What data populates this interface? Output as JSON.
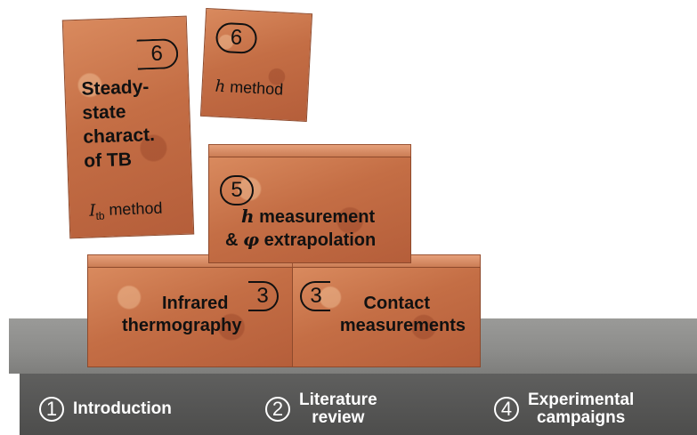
{
  "base": {
    "items": [
      {
        "number": "1",
        "label": "Introduction"
      },
      {
        "number": "2",
        "label_line1": "Literature",
        "label_line2": "review"
      },
      {
        "number": "4",
        "label_line1": "Experimental",
        "label_line2": "campaigns"
      }
    ]
  },
  "bricks": {
    "infrared": {
      "number": "3",
      "line1": "Infrared",
      "line2": "thermography"
    },
    "contact": {
      "number": "3",
      "line1": "Contact",
      "line2": "measurements"
    },
    "h_measurement": {
      "number": "5",
      "line1_var": "h",
      "line1_rest": " measurement",
      "line2_prefix": "& ",
      "line2_var": "φ",
      "line2_rest": " extrapolation"
    },
    "steady_state": {
      "number": "6",
      "line1": "Steady-",
      "line2": "state",
      "line3": "charact.",
      "line4": "of TB",
      "method_var": "I",
      "method_sub": "tb",
      "method_rest": " method"
    },
    "h_method": {
      "number": "6",
      "var": "h",
      "rest": " method"
    }
  }
}
